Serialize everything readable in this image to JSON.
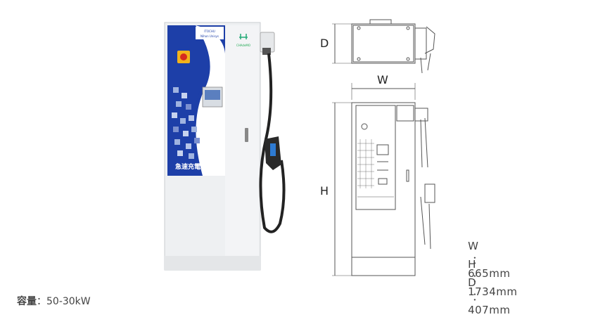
{
  "product": {
    "panel_title": "急速充電設備",
    "brand_line1": "ITOCHU",
    "brand_line2": "Nihon Unisys",
    "logo_text": "CHAdeMO"
  },
  "dimension_labels": {
    "depth": "D",
    "width": "W",
    "height": "H"
  },
  "specs": [
    {
      "key": "W",
      "sep": "：",
      "value": "665mm"
    },
    {
      "key": "H",
      "sep": "：",
      "value": "1734mm"
    },
    {
      "key": "D",
      "sep": "：",
      "value": "407mm"
    }
  ],
  "capacity": {
    "label": "容量",
    "sep": "：",
    "value": "50-30kW"
  },
  "colors": {
    "panel_blue": "#1d3fa8",
    "cabinet": "#eef0f2",
    "line": "#555555"
  }
}
